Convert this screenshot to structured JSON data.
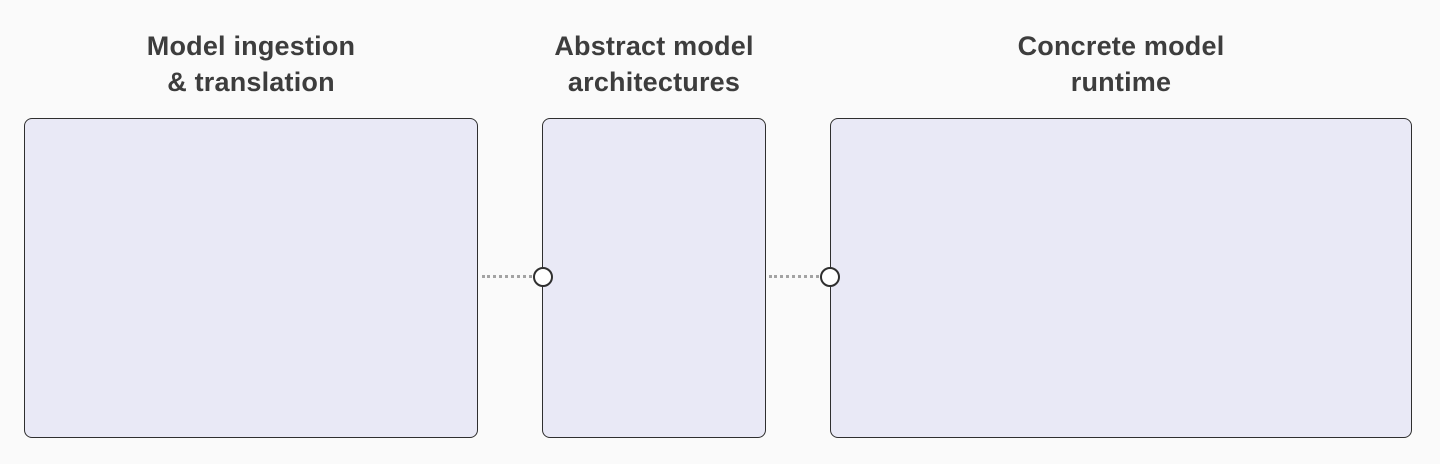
{
  "diagram": {
    "type": "pipeline",
    "columns": [
      {
        "id": "model-ingestion",
        "title_line1": "Model ingestion",
        "title_line2": "& translation"
      },
      {
        "id": "abstract-architectures",
        "title_line1": "Abstract model",
        "title_line2": "architectures"
      },
      {
        "id": "concrete-runtime",
        "title_line1": "Concrete model",
        "title_line2": "runtime"
      }
    ],
    "connectors": [
      {
        "from": "model-ingestion",
        "to": "abstract-architectures",
        "style": "dotted",
        "endpoint": "circle"
      },
      {
        "from": "abstract-architectures",
        "to": "concrete-runtime",
        "style": "dotted",
        "endpoint": "circle"
      }
    ],
    "colors": {
      "background": "#fafafa",
      "panel_fill": "#e9e9f6",
      "panel_border": "#2f2f2f",
      "connector_dots": "#a3a3a3",
      "node_fill": "#ffffff",
      "node_border": "#2f2f2f",
      "heading_text": "#3d3d3d"
    }
  }
}
